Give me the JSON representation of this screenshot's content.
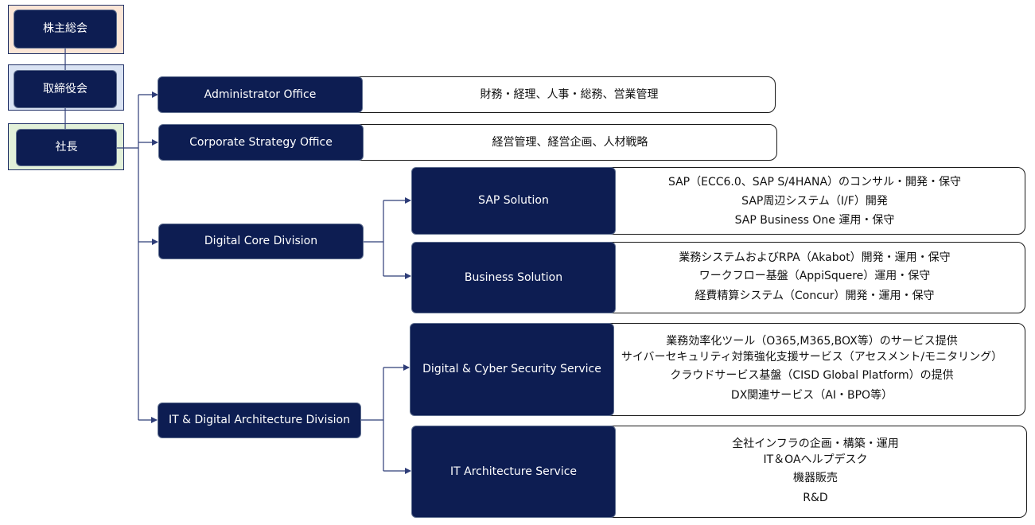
{
  "colors": {
    "navy": "#0d1d52",
    "line": "#2e3d78",
    "zone_shareholders": "#fbe5d6",
    "zone_board": "#dae3f3",
    "zone_president": "#e2f0d9"
  },
  "top_chain": {
    "shareholders": "株主総会",
    "board": "取締役会",
    "president": "社長"
  },
  "offices": [
    {
      "label": "Administrator Office",
      "desc": [
        "財務・経理、人事・総務、営業管理"
      ]
    },
    {
      "label": "Corporate Strategy Office",
      "desc": [
        "経営管理、経営企画、人材戦略"
      ]
    }
  ],
  "divisions": [
    {
      "label": "Digital Core Division",
      "services": [
        {
          "label": "SAP Solution",
          "desc": [
            "SAP（ECC6.0、SAP S/4HANA）のコンサル・開発・保守",
            "SAP周辺システム（I/F）開発",
            "SAP  Business One 運用・保守"
          ]
        },
        {
          "label": "Business Solution",
          "desc": [
            "業務システムおよびRPA（Akabot）開発・運用・保守",
            "ワークフロー基盤（AppiSquere）運用・保守",
            "経費精算システム（Concur）開発・運用・保守"
          ]
        }
      ]
    },
    {
      "label": "IT & Digital Architecture Division",
      "services": [
        {
          "label": "Digital & Cyber Security Service",
          "desc": [
            "業務効率化ツール（O365,M365,BOX等）のサービス提供",
            "サイバーセキュリティ対策強化支援サービス（アセスメント/モニタリング）",
            "クラウドサービス基盤（CISD Global Platform）の提供",
            "DX関連サービス（AI・BPO等）"
          ]
        },
        {
          "label": "IT Architecture Service",
          "desc": [
            "全社インフラの企画・構築・運用",
            "IT＆OAヘルプデスク",
            "機器販売",
            "R&D"
          ]
        }
      ]
    }
  ]
}
